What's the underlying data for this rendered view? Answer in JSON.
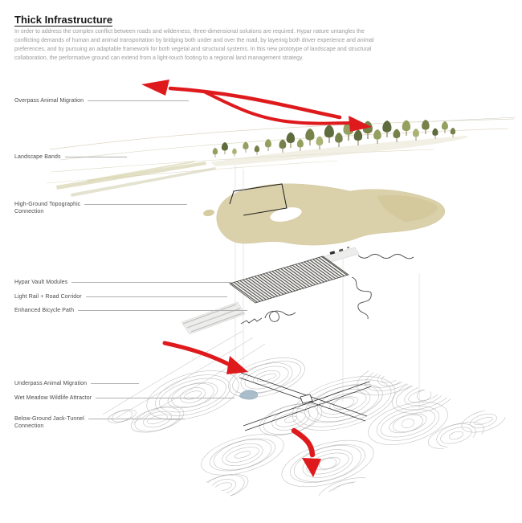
{
  "title": "Thick Infrastructure",
  "description": "In order to address the complex conflict between roads and wilderness, three-dimensional solutions are required.  Hypar nature untangles the conflicting demands of human and animal transportation by bridging both under and over the road, by layering both driver experience and animal preferences, and by pursuing an adaptable framework for both vegetal and structural systems. In this new prototype of landscape and structural collaboration, the performative ground can extend from a light-touch footing to a regional land management strategy.",
  "labels": [
    {
      "lines": [
        "Overpass Animal Migration"
      ]
    },
    {
      "lines": [
        "Landscape Bands"
      ]
    },
    {
      "lines": [
        "High-Ground Topographic",
        "Connection"
      ]
    },
    {
      "lines": [
        "Hypar Vault Modules"
      ]
    },
    {
      "lines": [
        "Light Rail + Road Corridor"
      ]
    },
    {
      "lines": [
        "Enhanced Bicycle Path"
      ]
    },
    {
      "lines": [
        "Underpass Animal Migration"
      ]
    },
    {
      "lines": [
        "Wet Meadow Wildlife Attractor"
      ]
    },
    {
      "lines": [
        "Below-Ground Jack-Tunnel",
        "Connection"
      ]
    }
  ],
  "colors": {
    "arrow_red": "#df1a1d",
    "landform_tan": "#d7cba0",
    "tree_green": "#77824b",
    "contour_gray": "#b4b4b4"
  }
}
